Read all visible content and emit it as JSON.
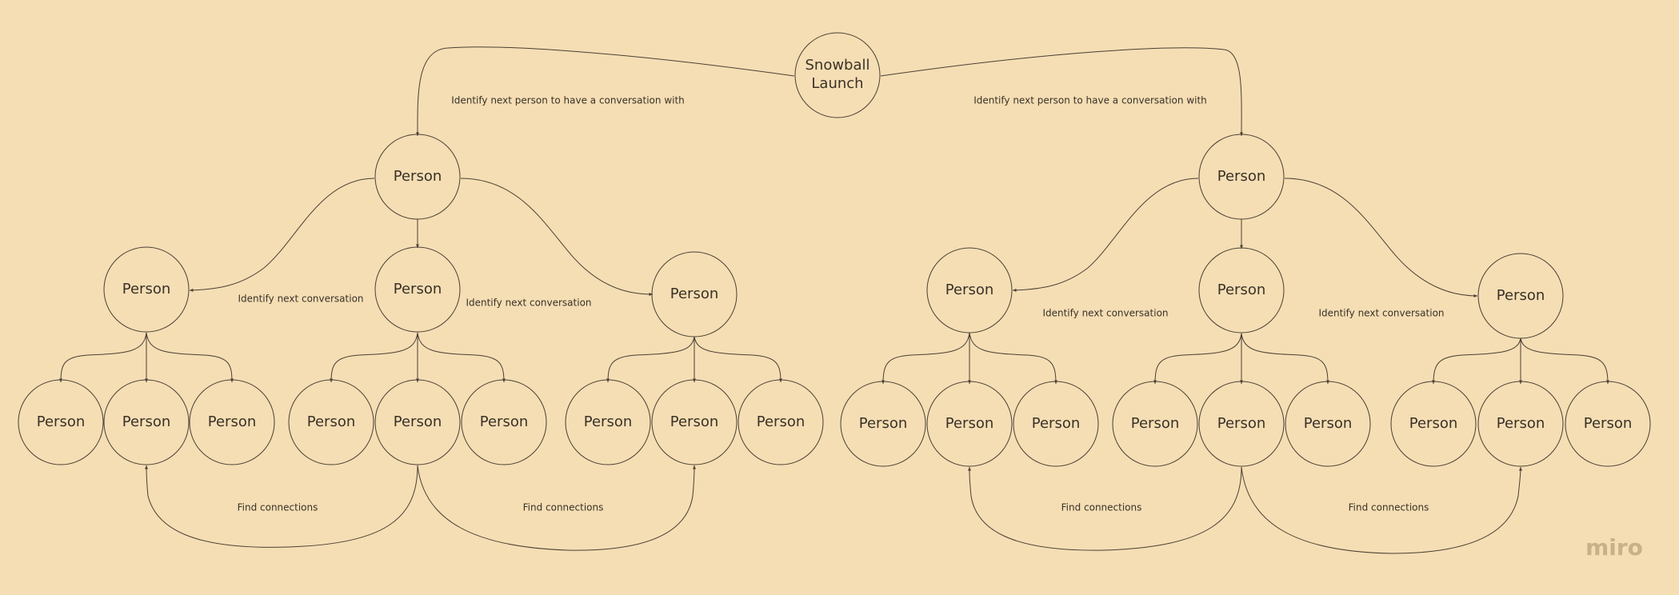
{
  "diagram": {
    "root": {
      "label_line1": "Snowball",
      "label_line2": "Launch"
    },
    "person_label": "Person",
    "labels": {
      "identify_next_person": "Identify next person to have a conversation with",
      "identify_next_conversation": "Identify next conversation",
      "find_connections": "Find connections"
    }
  },
  "branding": {
    "logo": "miro"
  },
  "colors": {
    "background": "#f5deb4",
    "stroke": "#4a3f33",
    "text": "#3a3128",
    "logo": "#c8b088"
  }
}
